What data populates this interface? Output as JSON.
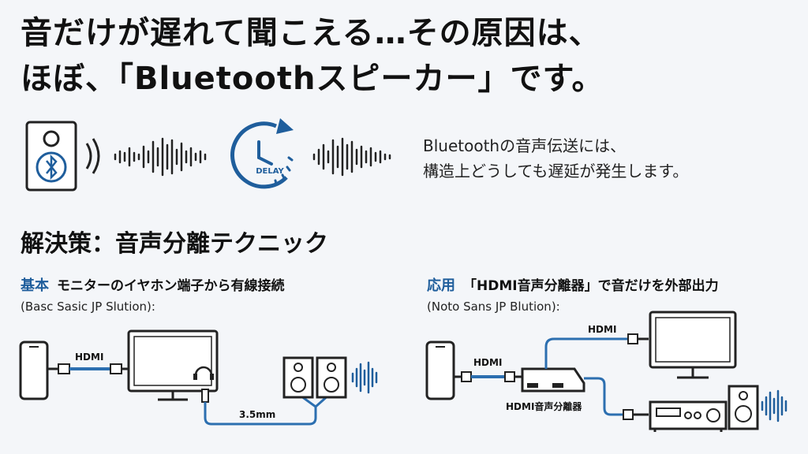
{
  "title": {
    "line1": "音だけが遅れて聞こえる…その原因は、",
    "line2": "ほぼ、「Bluetoothスピーカー」です。"
  },
  "delay_badge": "DELAY",
  "description": {
    "line1": "Bluetoothの音声伝送には、",
    "line2": "構造上どうしても遅延が発生します。"
  },
  "solution_heading": "解決策：音声分離テクニック",
  "basic": {
    "accent": "基本",
    "label": "モニターのイヤホン端子から有線接続",
    "subtitle": "(Basc Sasic JP Slution):",
    "hdmi_label": "HDMI",
    "cable_label": "3.5mm"
  },
  "advanced": {
    "accent": "応用",
    "label": "「HDMI音声分離器」で音だけを外部出力",
    "subtitle": "(Noto Sans JP Blution):",
    "hdmi_label_phone": "HDMI",
    "hdmi_label_monitor": "HDMI",
    "splitter_label": "HDMI音声分離器"
  },
  "colors": {
    "accent": "#1f5e9c",
    "cable": "#2c6fb0",
    "stroke": "#222222"
  }
}
